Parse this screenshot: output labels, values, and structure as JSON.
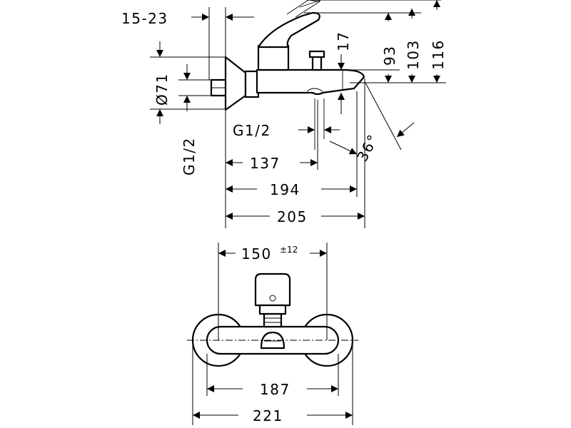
{
  "dimensions": {
    "d15_23": "15-23",
    "d17": "17",
    "d93": "93",
    "d103": "103",
    "d116": "116",
    "d71": "Ø71",
    "g12_side": "G1/2",
    "g12_outlet": "G1/2",
    "angle": "36°",
    "d137": "137",
    "d194": "194",
    "d205": "205",
    "d150": "150",
    "d150_tol": "±12",
    "d187": "187",
    "d221": "221"
  }
}
